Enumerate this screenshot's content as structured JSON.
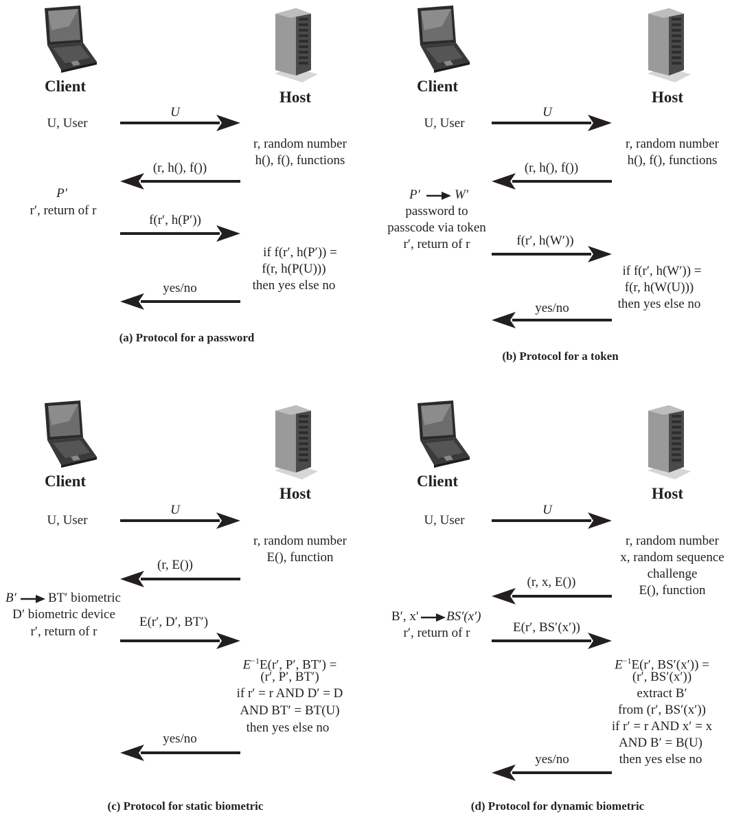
{
  "labels": {
    "client": "Client",
    "host": "Host"
  },
  "panel_a": {
    "caption": "(a) Protocol for a password",
    "client_user": "U, User",
    "m1": "U",
    "host_notes": [
      "r, random number",
      "h(), f(), functions"
    ],
    "m2": "(r, h(), f())",
    "client_notes": [
      "P′",
      "r′, return of r"
    ],
    "m3": "f(r′, h(P′))",
    "host_check": [
      "if f(r′, h(P′)) =",
      "f(r, h(P(U)))",
      "then yes else no"
    ],
    "m4": "yes/no"
  },
  "panel_b": {
    "caption": "(b) Protocol for a token",
    "client_user": "U, User",
    "m1": "U",
    "host_notes": [
      "r, random number",
      "h(), f(), functions"
    ],
    "m2": "(r, h(), f())",
    "client_arrow_from": "P′",
    "client_arrow_to": "W′",
    "client_notes": [
      "password to",
      "passcode via token",
      "r′, return of r"
    ],
    "m3": "f(r′, h(W′))",
    "host_check": [
      "if f(r′, h(W′)) =",
      "f(r, h(W(U)))",
      "then yes else no"
    ],
    "m4": "yes/no"
  },
  "panel_c": {
    "caption": "(c) Protocol for static biometric",
    "client_user": "U, User",
    "m1": "U",
    "host_notes": [
      "r, random number",
      "E(), function"
    ],
    "m2": "(r, E())",
    "client_arrow_from": "B′",
    "client_arrow_to": "BT′ biometric",
    "client_notes": [
      "D′ biometric device",
      "r′, return of r"
    ],
    "m3": "E(r′, D′, BT′)",
    "host_check_einv": "E",
    "host_check_sup": "−1",
    "host_check_first": "E(r′, P′, BT′) =",
    "host_check": [
      "(r′, P′, BT′)",
      "if r′ = r AND D′ = D",
      "AND BT′ = BT(U)",
      "then yes else no"
    ],
    "m4": "yes/no"
  },
  "panel_d": {
    "caption": "(d) Protocol for dynamic biometric",
    "client_user": "U, User",
    "m1": "U",
    "host_notes": [
      "r, random number",
      "x, random sequence",
      "challenge",
      "E(), function"
    ],
    "m2": "(r, x, E())",
    "client_arrow_from": "B′, x′",
    "client_arrow_to": "BS′(x′)",
    "client_notes": [
      "r′, return of r"
    ],
    "m3": "E(r′, BS′(x′))",
    "host_check_einv": "E",
    "host_check_sup": "−1",
    "host_check_first": "E(r′, BS′(x′)) =",
    "host_check": [
      "(r′, BS′(x′))",
      "extract B′",
      "from (r′, BS′(x′))",
      "if r′ = r AND x′ = x",
      "AND B′ = B(U)",
      "then yes else no"
    ],
    "m4": "yes/no"
  },
  "colors": {
    "ink": "#231f20",
    "server_dark": "#4a4a4a",
    "server_light": "#9a9a9a"
  }
}
